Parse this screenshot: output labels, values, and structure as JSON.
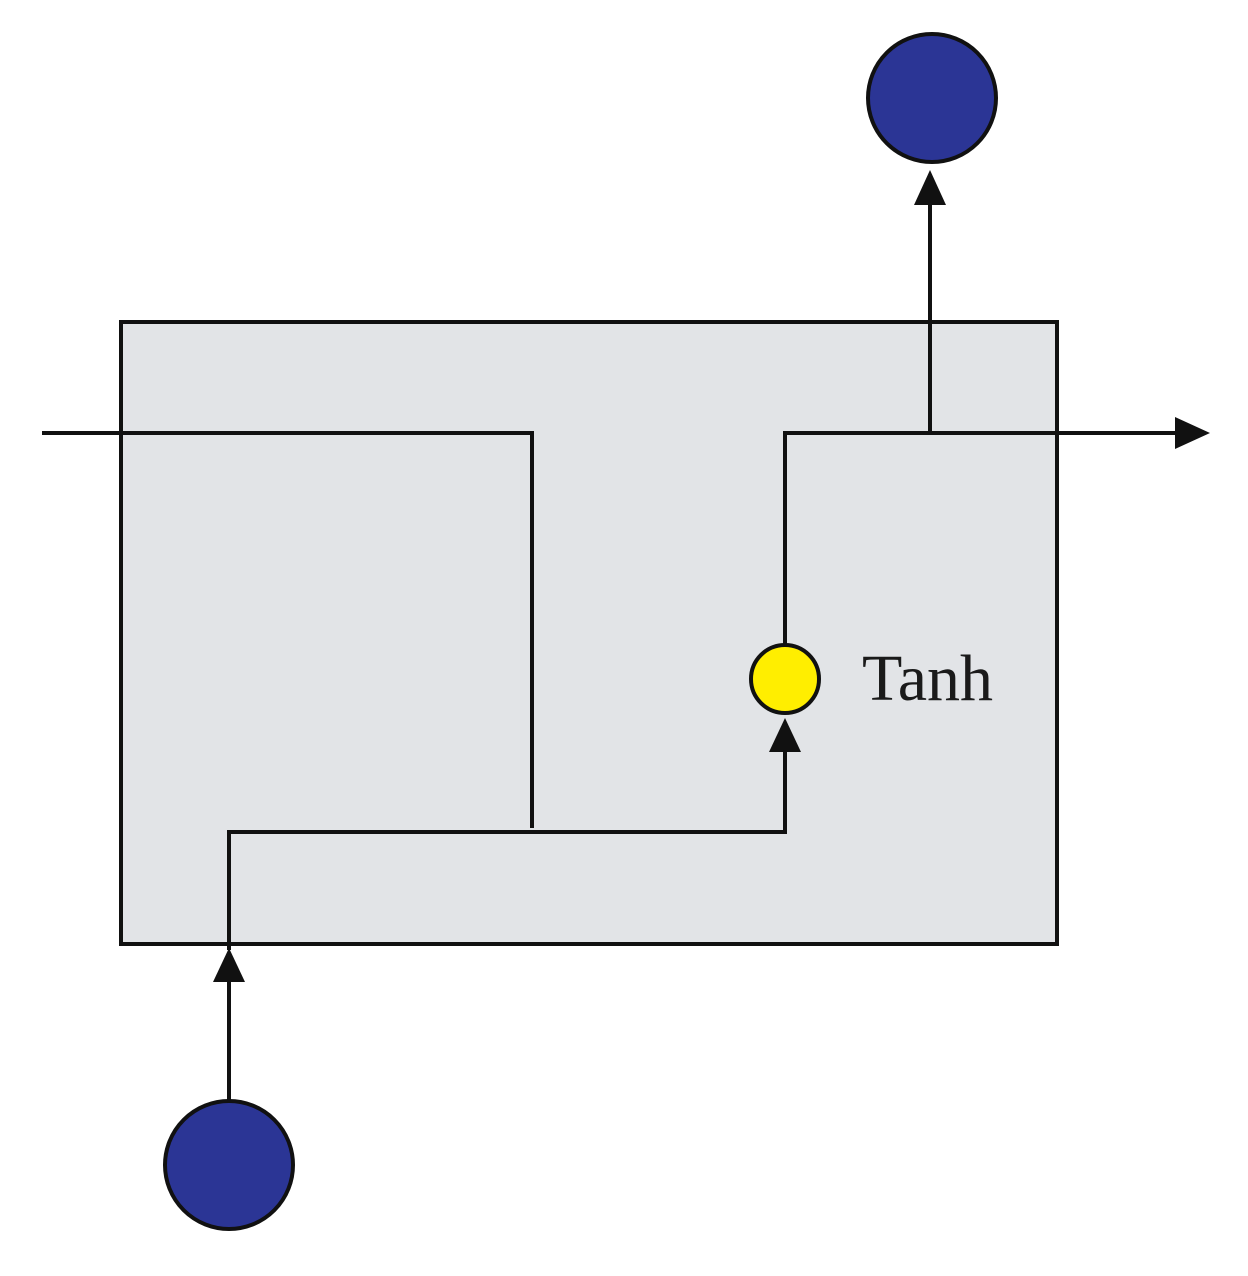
{
  "cell": {
    "activation_label": "Tanh"
  },
  "colors": {
    "cell_fill": "#e2e4e7",
    "line": "#111111",
    "io_node": "#2b3595",
    "activation_node": "#ffee00"
  },
  "nodes": [
    {
      "role": "input",
      "icon": "filled-circle"
    },
    {
      "role": "output",
      "icon": "filled-circle"
    },
    {
      "role": "activation",
      "icon": "filled-circle"
    }
  ]
}
